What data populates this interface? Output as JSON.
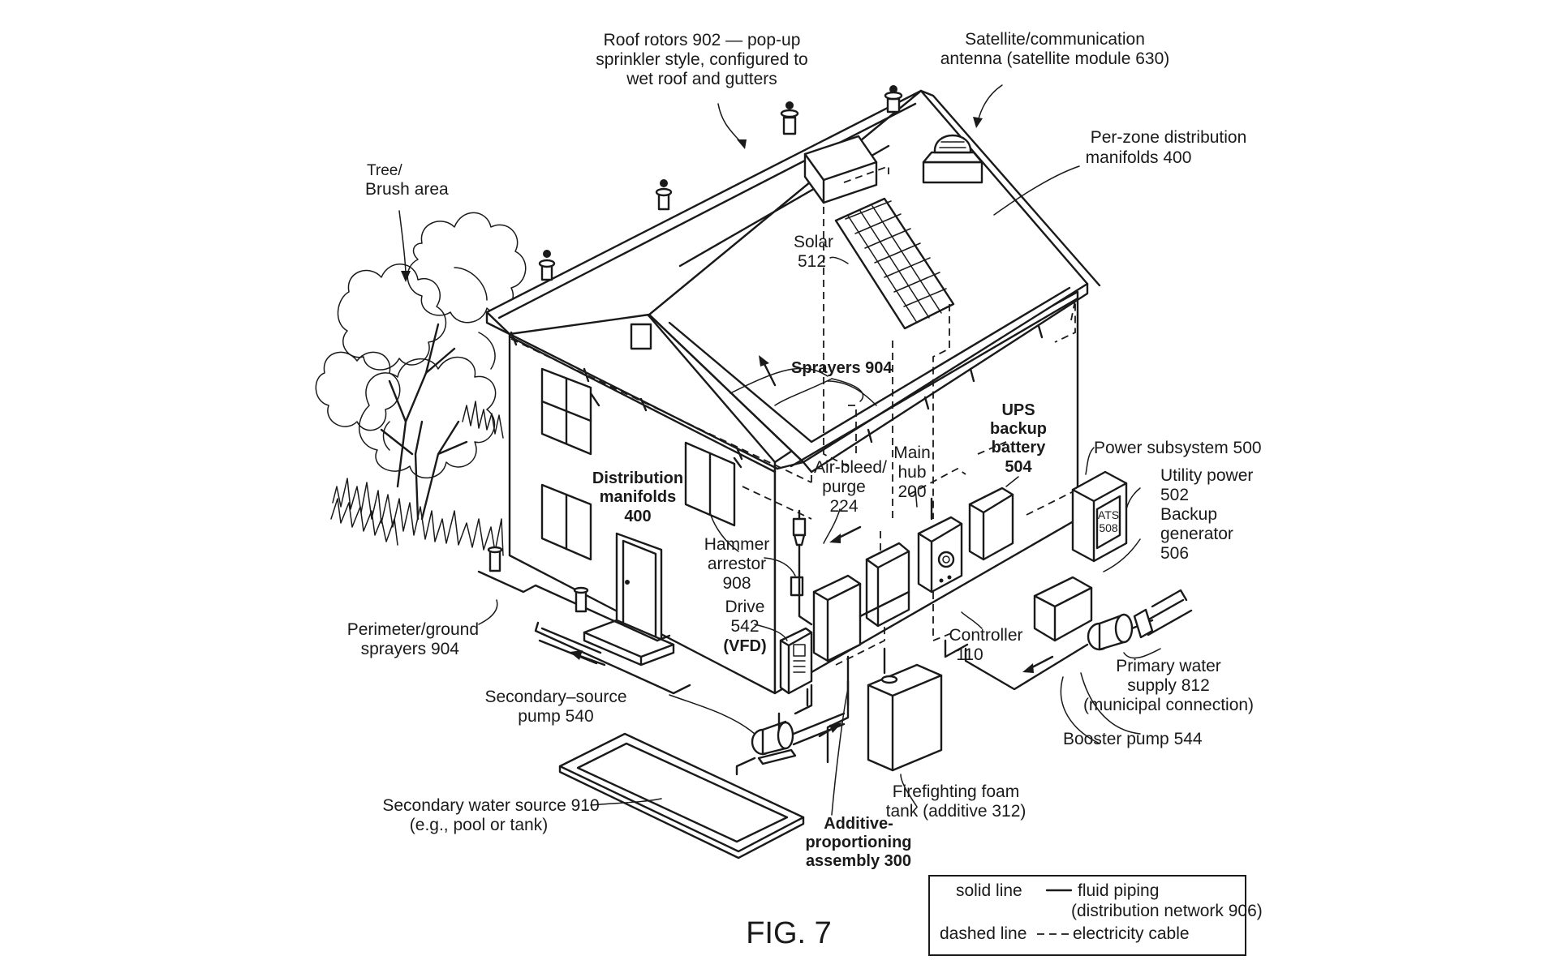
{
  "figure_label": "FIG. 7",
  "labels": {
    "roof_rotors": [
      "Roof rotors 902 — pop-up",
      "sprinkler style, configured to",
      "wet roof and gutters"
    ],
    "antenna": [
      "Satellite/communication",
      "antenna (satellite module 630)"
    ],
    "per_zone": [
      "Per-zone distribution",
      "manifolds 400"
    ],
    "tree": [
      "Tree/",
      "Brush area"
    ],
    "solar": [
      "Solar",
      "512"
    ],
    "sprayers": "Sprayers 904",
    "ups": [
      "UPS",
      "backup",
      "battery",
      "504"
    ],
    "power_subsystem": "Power subsystem 500",
    "utility_power": [
      "Utility power",
      "502"
    ],
    "backup_generator": [
      "Backup",
      "generator",
      "506"
    ],
    "ats": [
      "ATS",
      "508"
    ],
    "air_bleed": [
      "Air-bleed/",
      "purge",
      "224"
    ],
    "main_hub": [
      "Main",
      "hub",
      "200"
    ],
    "distribution_manifolds": [
      "Distribution",
      "manifolds",
      "400"
    ],
    "hammer_arrestor": [
      "Hammer",
      "arrestor",
      "908"
    ],
    "drive": [
      "Drive",
      "542",
      "(VFD)"
    ],
    "controller": [
      "Controller",
      "110"
    ],
    "perimeter": [
      "Perimeter/ground",
      "sprayers 904"
    ],
    "primary_water": [
      "Primary water",
      "supply 812",
      "(municipal connection)"
    ],
    "secondary_pump": [
      "Secondary–source",
      "pump 540"
    ],
    "booster_pump": "Booster pump 544",
    "foam_tank": [
      "Firefighting foam",
      "tank (additive 312)"
    ],
    "secondary_source": [
      "Secondary water source 910",
      "(e.g., pool or tank)"
    ],
    "additive": [
      "Additive-",
      "proportioning",
      "assembly 300"
    ]
  },
  "legend": {
    "solid_label": "solid line",
    "solid_desc": [
      "fluid piping",
      "(distribution network 906)"
    ],
    "dashed_label": "dashed line",
    "dashed_desc": "electricity cable"
  }
}
